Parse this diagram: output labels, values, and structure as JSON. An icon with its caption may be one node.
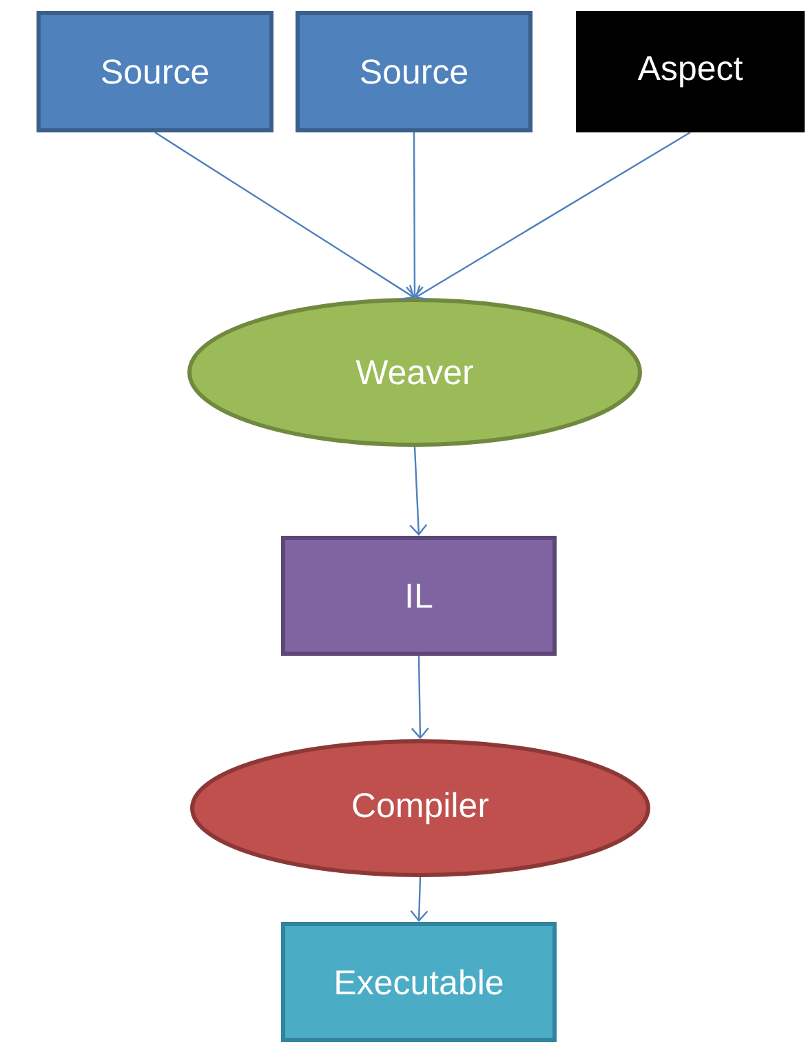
{
  "diagram": {
    "nodes": [
      {
        "text": [
          "Source"
        ]
      },
      {
        "text": [
          "Source"
        ]
      },
      {
        "text": [
          "Aspect"
        ]
      },
      {
        "text": [
          "Weaver"
        ]
      },
      {
        "text": [
          "IL"
        ]
      },
      {
        "text": [
          "Compiler"
        ]
      },
      {
        "text": [
          "Executable"
        ]
      }
    ],
    "edges": [
      {
        "from": 0,
        "to": 3,
        "arrow": "to"
      },
      {
        "from": 1,
        "to": 3,
        "arrow": "to"
      },
      {
        "from": 2,
        "to": 3,
        "arrow": "to"
      },
      {
        "from": 3,
        "to": 4,
        "arrow": "to"
      },
      {
        "from": 4,
        "to": 5,
        "arrow": "to"
      },
      {
        "from": 5,
        "to": 6,
        "arrow": "to"
      }
    ]
  }
}
